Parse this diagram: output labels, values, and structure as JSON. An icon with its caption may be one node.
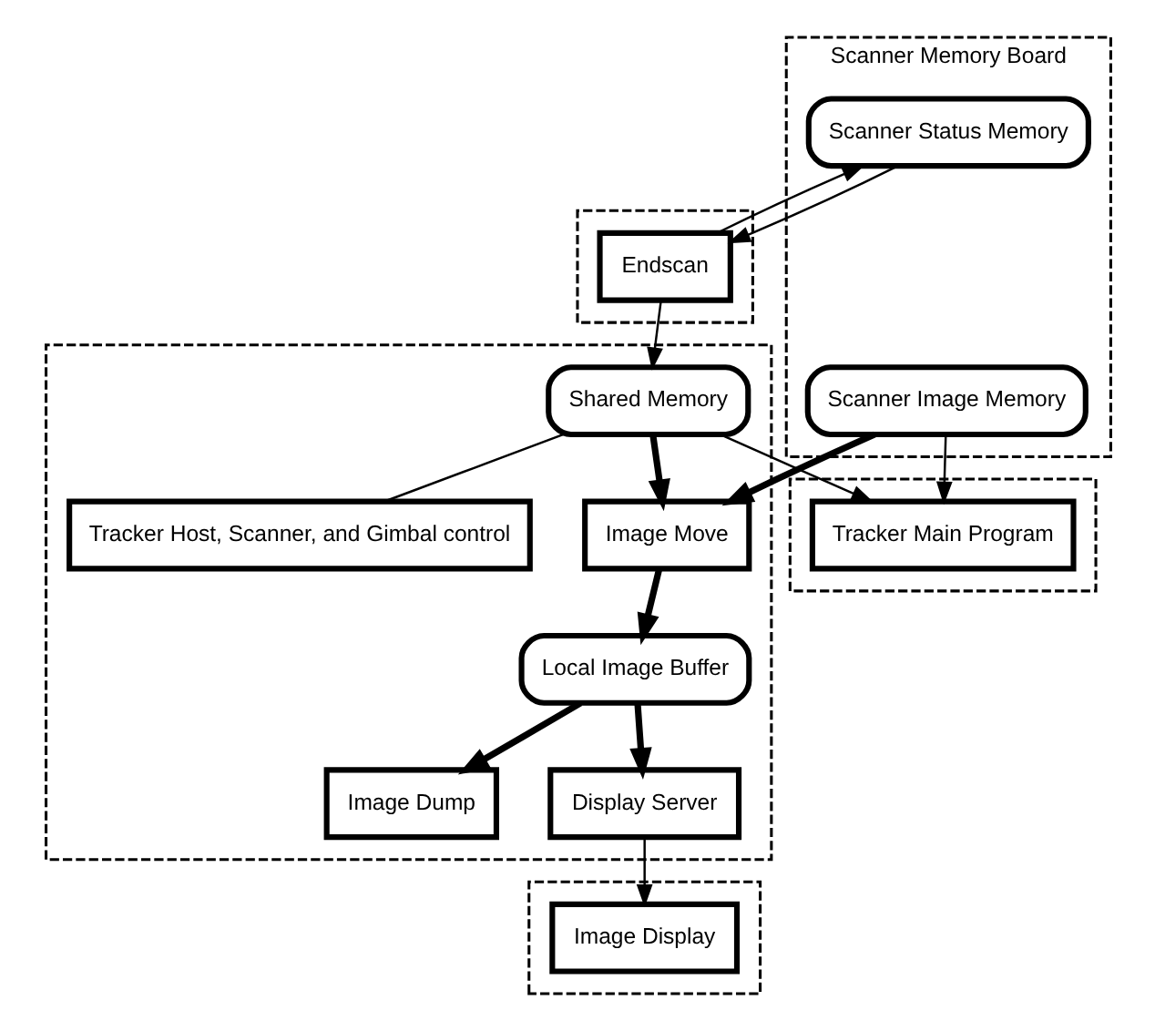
{
  "diagram": {
    "nodes": [
      {
        "text": [
          "Scanner Memory Board"
        ]
      },
      {
        "text": [
          "Scanner Status Memory"
        ],
        "in": 0
      },
      {
        "text": [
          "Scanner Image Memory"
        ],
        "in": 0
      },
      {
        "text": [],
        "shape": "box"
      },
      {
        "text": [
          "Endscan"
        ],
        "in": 3
      },
      {
        "text": [],
        "shape": "box"
      },
      {
        "text": [
          "Image Move"
        ],
        "in": 5
      },
      {
        "text": [
          "Shared Memory"
        ],
        "in": 5
      },
      {
        "text": [
          "Tracker Host, Scanner, and Gimbal control"
        ],
        "in": 5
      },
      {
        "text": [
          "Local Image Buffer"
        ],
        "in": 5
      },
      {
        "text": [
          "Image Dump"
        ],
        "in": 5
      },
      {
        "text": [
          "Display Server"
        ],
        "in": 5
      },
      {
        "text": [],
        "shape": "box"
      },
      {
        "text": [
          "Tracker Main Program"
        ],
        "in": 12
      },
      {
        "text": [],
        "shape": "box"
      },
      {
        "text": [
          "Image Display"
        ],
        "in": 14
      }
    ],
    "edges": [
      {
        "from": 4,
        "to": 1,
        "arrow": "to"
      },
      {
        "from": 1,
        "to": 4,
        "arrow": "to"
      },
      {
        "from": 4,
        "to": 7,
        "arrow": "to"
      },
      {
        "from": 2,
        "to": 6,
        "arrow": "to",
        "style": "thick"
      },
      {
        "from": 2,
        "to": 13,
        "arrow": "to"
      },
      {
        "from": 7,
        "to": 6,
        "arrow": "to",
        "style": "thick"
      },
      {
        "from": 7,
        "to": 13,
        "arrow": "to"
      },
      {
        "from": 7,
        "to": 8,
        "arrow": "none"
      },
      {
        "from": 6,
        "to": 9,
        "arrow": "to",
        "style": "thick"
      },
      {
        "from": 9,
        "to": 10,
        "arrow": "to",
        "style": "thick"
      },
      {
        "from": 9,
        "to": 11,
        "arrow": "to",
        "style": "thick"
      },
      {
        "from": 11,
        "to": 15,
        "arrow": "to"
      }
    ]
  }
}
